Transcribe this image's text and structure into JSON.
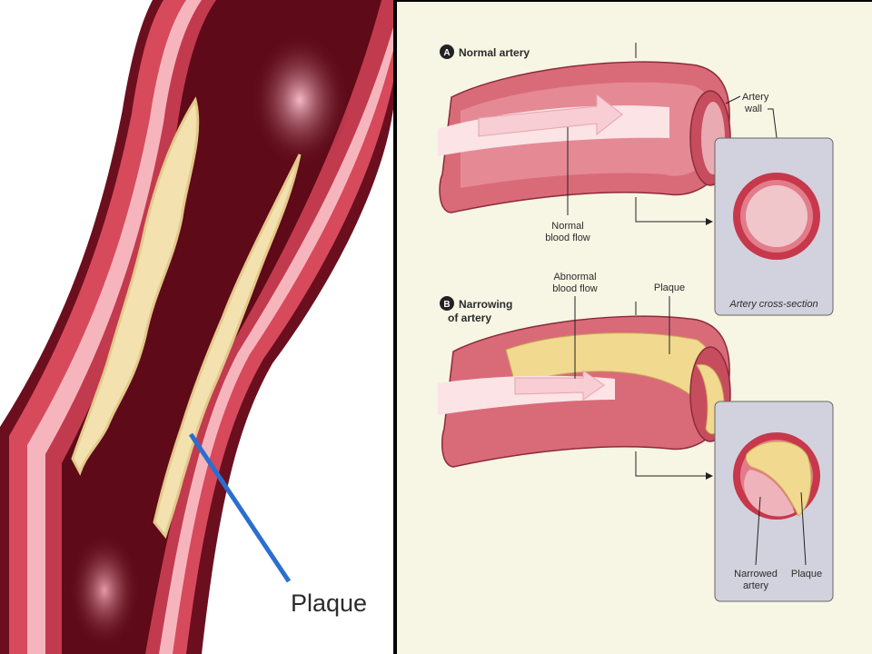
{
  "left": {
    "callout": "Plaque"
  },
  "right": {
    "section_a": {
      "badge": "A",
      "title": "Normal artery"
    },
    "section_b": {
      "badge": "B",
      "title_line1": "Narrowing",
      "title_line2": "of artery"
    },
    "labels": {
      "artery_wall_1": "Artery",
      "artery_wall_2": "wall",
      "normal_flow_1": "Normal",
      "normal_flow_2": "blood flow",
      "abnormal_flow_1": "Abnormal",
      "abnormal_flow_2": "blood flow",
      "plaque_top": "Plaque",
      "cross_section": "Artery cross-section",
      "narrowed_1": "Narrowed",
      "narrowed_2": "artery",
      "plaque_bottom": "Plaque"
    }
  },
  "colors": {
    "blood_dark": "#5e0a18",
    "wall_red": "#d64a5c",
    "wall_pink": "#f6b5bd",
    "plaque_yellow": "#f3e2b0",
    "callout_blue": "#2a6fd0",
    "inset_bg": "#d2d2de"
  }
}
